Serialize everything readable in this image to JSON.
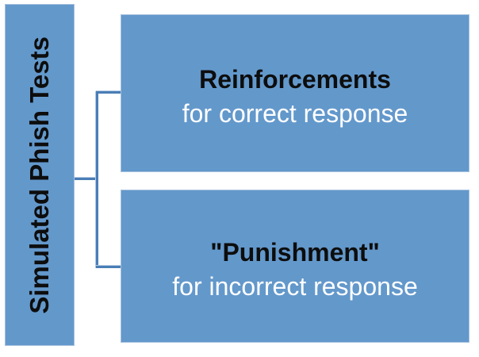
{
  "diagram": {
    "type": "hierarchy-bracket",
    "root": {
      "label": "Simulated Phish Tests"
    },
    "branches": [
      {
        "title": "Reinforcements",
        "subtitle": "for correct response"
      },
      {
        "title": "\"Punishment\"",
        "subtitle": "for incorrect response"
      }
    ]
  },
  "colors": {
    "box_fill": "#6398CB",
    "box_border": "#A5C0DE",
    "connector": "#4A7DB5",
    "title_text": "#0D0D0D",
    "subtitle_text": "#FFFFFF",
    "canvas_bg": "#FFFFFF"
  }
}
